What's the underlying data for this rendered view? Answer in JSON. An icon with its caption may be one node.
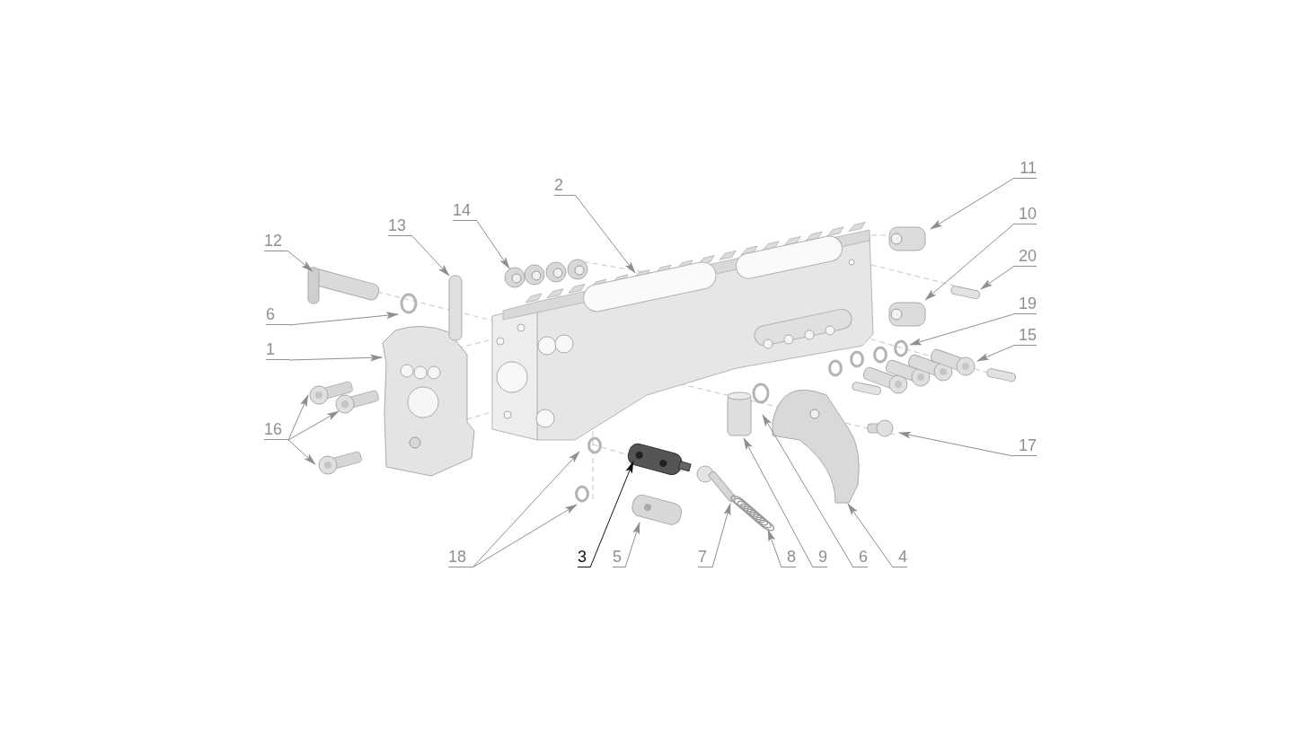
{
  "diagram": {
    "nodes": [
      {
        "text": [
          "12"
        ]
      },
      {
        "text": [
          "13"
        ]
      },
      {
        "text": [
          "14"
        ]
      },
      {
        "text": [
          "2"
        ]
      },
      {
        "text": [
          "11"
        ]
      },
      {
        "text": [
          "10"
        ]
      },
      {
        "text": [
          "20"
        ]
      },
      {
        "text": [
          "6"
        ]
      },
      {
        "text": [
          "19"
        ]
      },
      {
        "text": [
          "1"
        ]
      },
      {
        "text": [
          "15"
        ]
      },
      {
        "text": [
          "16"
        ]
      },
      {
        "text": [
          "17"
        ]
      },
      {
        "text": [
          "18"
        ]
      },
      {
        "text": [
          "3"
        ]
      },
      {
        "text": [
          "5"
        ]
      },
      {
        "text": [
          "7"
        ]
      },
      {
        "text": [
          "8"
        ]
      },
      {
        "text": [
          "9"
        ]
      },
      {
        "text": [
          "6"
        ]
      },
      {
        "text": [
          "4"
        ]
      }
    ],
    "edges": [
      {
        "from": 0,
        "to": null,
        "arrow": "to"
      },
      {
        "from": 1,
        "to": null,
        "arrow": "to"
      },
      {
        "from": 2,
        "to": null,
        "arrow": "to"
      },
      {
        "from": 3,
        "to": null,
        "arrow": "to"
      },
      {
        "from": 4,
        "to": null,
        "arrow": "to"
      },
      {
        "from": 5,
        "to": null,
        "arrow": "to"
      },
      {
        "from": 6,
        "to": null,
        "arrow": "to"
      },
      {
        "from": 7,
        "to": null,
        "arrow": "to"
      },
      {
        "from": 8,
        "to": null,
        "arrow": "to"
      },
      {
        "from": 9,
        "to": null,
        "arrow": "to"
      },
      {
        "from": 10,
        "to": null,
        "arrow": "to"
      },
      {
        "from": 11,
        "to": null,
        "arrow": "to"
      },
      {
        "from": 11,
        "to": null,
        "arrow": "to"
      },
      {
        "from": 11,
        "to": null,
        "arrow": "to"
      },
      {
        "from": 12,
        "to": null,
        "arrow": "to"
      },
      {
        "from": 13,
        "to": null,
        "arrow": "to"
      },
      {
        "from": 13,
        "to": null,
        "arrow": "to"
      },
      {
        "from": 14,
        "to": null,
        "arrow": "to",
        "color": "#111111"
      },
      {
        "from": 15,
        "to": null,
        "arrow": "to"
      },
      {
        "from": 16,
        "to": null,
        "arrow": "to"
      },
      {
        "from": 17,
        "to": null,
        "arrow": "to"
      },
      {
        "from": 18,
        "to": null,
        "arrow": "to"
      },
      {
        "from": 19,
        "to": null,
        "arrow": "to"
      },
      {
        "from": 20,
        "to": null,
        "arrow": "to"
      }
    ]
  }
}
